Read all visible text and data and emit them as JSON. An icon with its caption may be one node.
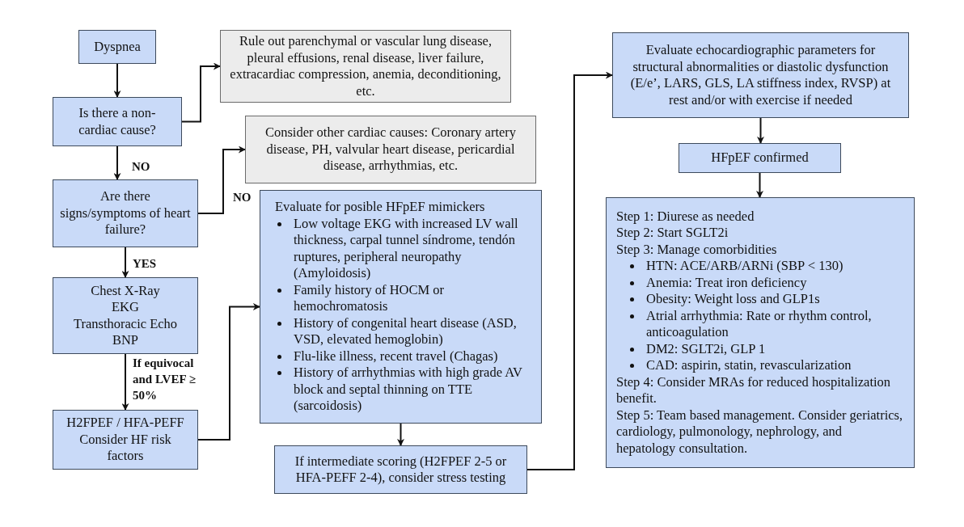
{
  "diagram": {
    "nodes": [
      {
        "text": [
          "Dyspnea"
        ]
      },
      {
        "text": [
          "Is there a non-cardiac cause?"
        ]
      },
      {
        "text": [
          "Rule out parenchymal or vascular lung disease, pleural effusions, renal disease, liver failure, extracardiac compression, anemia, deconditioning, etc."
        ]
      },
      {
        "text": [
          "Are there signs/symptoms of heart failure?"
        ]
      },
      {
        "text": [
          "Consider other cardiac causes: Coronary artery disease, PH, valvular heart disease, pericardial disease, arrhythmias, etc."
        ]
      },
      {
        "text": [
          "Chest X-Ray",
          "EKG",
          "Transthoracic Echo",
          "BNP"
        ]
      },
      {
        "text": [
          "H2FPEF / HFA-PEFF",
          "Consider HF risk factors"
        ]
      },
      {
        "text": [
          "Evaluate for posible HFpEF mimickers",
          "Low voltage EKG with increased LV wall thickness, carpal tunnel síndrome, tendón ruptures, peripheral neuropathy (Amyloidosis)",
          "Family history of HOCM or hemochromatosis",
          "History of congenital heart disease (ASD, VSD, elevated hemoglobin)",
          "Flu-like illness, recent travel (Chagas)",
          "History of arrhythmias with high grade AV block and septal thinning on TTE (sarcoidosis)"
        ]
      },
      {
        "text": [
          "If intermediate scoring (H2FPEF 2-5 or HFA-PEFF 2-4), consider stress testing"
        ]
      },
      {
        "text": [
          "Evaluate echocardiographic parameters for structural abnormalities or diastolic dysfunction (E/e’, LARS, GLS, LA stiffness index, RVSP) at rest and/or with exercise if needed"
        ]
      },
      {
        "text": [
          "HFpEF confirmed"
        ]
      },
      {
        "text": [
          "Step 1: Diurese as needed",
          "Step 2: Start SGLT2i",
          "Step 3: Manage comorbidities",
          "HTN: ACE/ARB/ARNi (SBP < 130)",
          "Anemia: Treat iron deficiency",
          "Obesity: Weight loss and GLP1s",
          "Atrial arrhythmia: Rate or rhythm control, anticoagulation",
          "DM2: SGLT2i, GLP 1",
          "CAD: aspirin, statin, revascularization",
          "Step 4: Consider MRAs for reduced hospitalization benefit.",
          "Step 5: Team based management. Consider geriatrics, cardiology, pulmonology, nephrology, and hepatology consultation."
        ]
      }
    ],
    "edges": [
      {
        "from": 0,
        "to": 1,
        "arrow": "to"
      },
      {
        "from": 1,
        "to": 2,
        "arrow": "to"
      },
      {
        "from": 1,
        "to": 3,
        "arrow": "to",
        "label": "NO"
      },
      {
        "from": 3,
        "to": 4,
        "arrow": "to",
        "label": "NO"
      },
      {
        "from": 3,
        "to": 5,
        "arrow": "to",
        "label": "YES"
      },
      {
        "from": 5,
        "to": 6,
        "arrow": "to",
        "label": "If equivocal and LVEF ≥ 50%"
      },
      {
        "from": 6,
        "to": 7,
        "arrow": "to"
      },
      {
        "from": 7,
        "to": 8,
        "arrow": "to"
      },
      {
        "from": 8,
        "to": 9,
        "arrow": "to"
      },
      {
        "from": 9,
        "to": 10,
        "arrow": "to"
      },
      {
        "from": 10,
        "to": 11,
        "arrow": "to"
      }
    ]
  }
}
